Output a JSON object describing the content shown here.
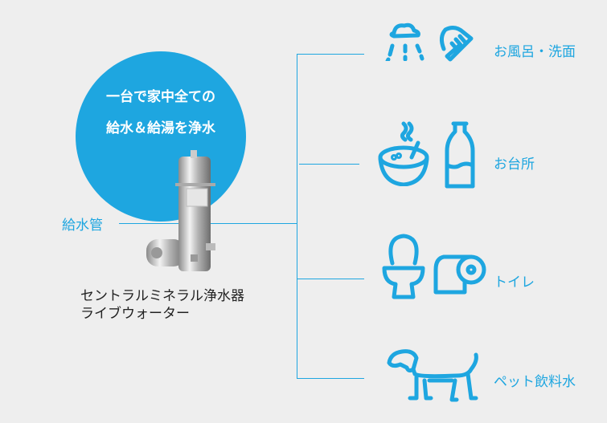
{
  "circle": {
    "line1": "一台で家中全ての",
    "line2": "給水＆給湯を浄水"
  },
  "supply_label": "給水管",
  "product": {
    "line1": "セントラルミネラル浄水器",
    "line2": "ライブウォーター"
  },
  "destinations": [
    {
      "label": "お風呂・洗面",
      "icons": [
        "shower-icon",
        "toothbrush-icon"
      ]
    },
    {
      "label": "お台所",
      "icons": [
        "bowl-icon",
        "bottle-icon"
      ]
    },
    {
      "label": "トイレ",
      "icons": [
        "toilet-icon",
        "toilet-paper-icon"
      ]
    },
    {
      "label": "ペット飲料水",
      "icons": [
        "dog-icon"
      ]
    }
  ],
  "colors": {
    "accent": "#1ea6e0",
    "background": "#eeeeee"
  }
}
